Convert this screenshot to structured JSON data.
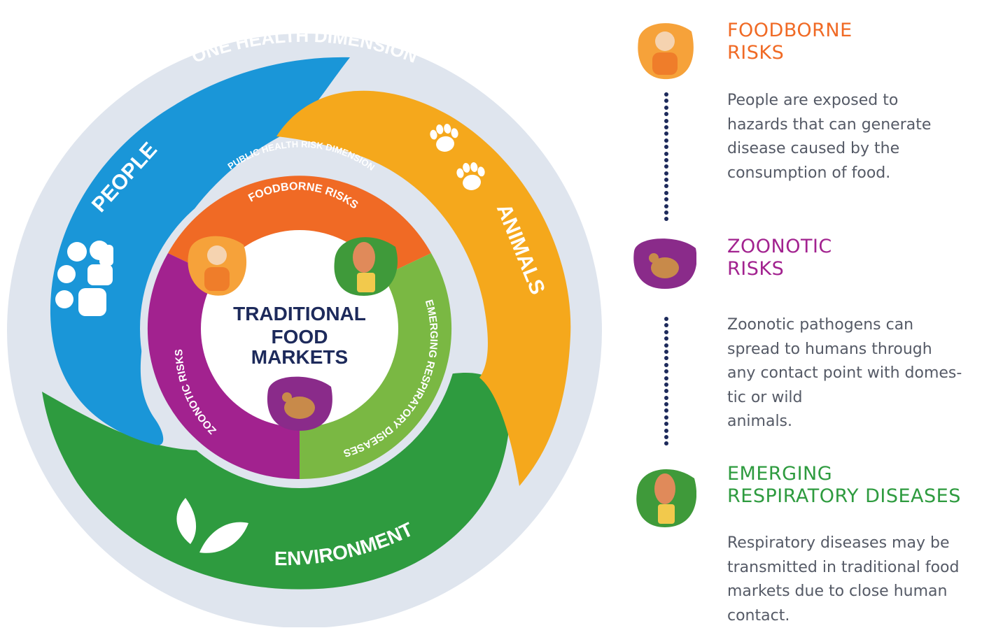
{
  "colors": {
    "outer_ring": "#dfe5ee",
    "people": "#1a96d8",
    "animals": "#f5a81c",
    "environment": "#2e9b3f",
    "foodborne": "#f06a25",
    "zoonotic": "#a2228f",
    "respiratory": "#7ab843",
    "dark_text": "#1d2a5b",
    "body_text": "#555a66"
  },
  "diagram": {
    "outer_title": "ONE HEALTH DIMENSION",
    "inner_title": "PUBLIC HEALTH RISK DIMENSION",
    "people_label": "PEOPLE",
    "animals_label": "ANIMALS",
    "environment_label": "ENVIRONMENT",
    "foodborne_label": "FOODBORNE RISKS",
    "zoonotic_label": "ZOONOTIC RISKS",
    "respiratory_label": "EMERGING RESPIRATORY DISEASES",
    "center_lines": [
      "TRADITIONAL",
      "FOOD",
      "MARKETS"
    ],
    "icons": [
      "people-group-icon",
      "paw-icon",
      "leaf-icon",
      "person-eating-icon",
      "chicken-icon",
      "woman-coughing-icon"
    ]
  },
  "legend": [
    {
      "title": "FOODBORNE\nRISKS",
      "description": "People are exposed to\nhazards that can generate\ndisease caused by the\nconsumption of food.",
      "color": "#f06a25",
      "icon": "person-eating-icon"
    },
    {
      "title": "ZOONOTIC\nRISKS",
      "description": "Zoonotic pathogens can\nspread to humans through\nany contact point with domes-\ntic or wild\nanimals.",
      "color": "#a2228f",
      "icon": "chicken-icon"
    },
    {
      "title": "EMERGING\nRESPIRATORY DISEASES",
      "description": "Respiratory diseases may be\ntransmitted in traditional food\nmarkets due to close human\ncontact.",
      "color": "#2e9b3f",
      "icon": "woman-coughing-icon"
    }
  ]
}
